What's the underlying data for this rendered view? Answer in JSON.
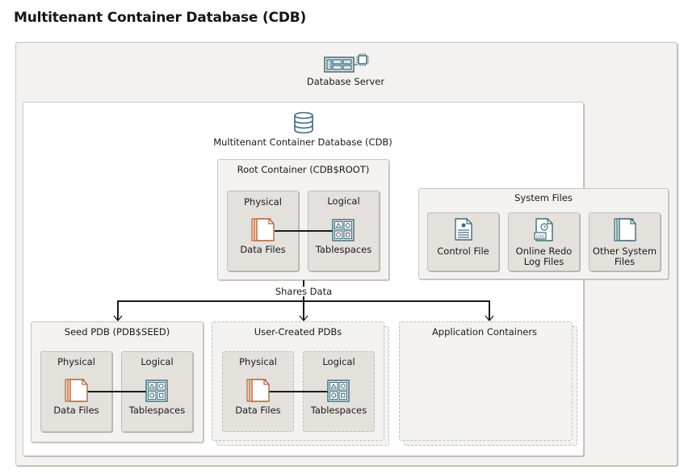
{
  "title": "Multitenant Container Database (CDB)",
  "server": {
    "label": "Database Server",
    "icon": "database-server-icon"
  },
  "cdb": {
    "label": "Multitenant Container Database (CDB)",
    "icon": "database-icon"
  },
  "root": {
    "label": "Root Container (CDB$ROOT)",
    "physical": {
      "label": "Physical",
      "item": "Data Files",
      "icon": "data-files-icon"
    },
    "logical": {
      "label": "Logical",
      "item": "Tablespaces",
      "icon": "tablespaces-icon"
    }
  },
  "system_files": {
    "label": "System Files",
    "items": [
      {
        "label": "Control File",
        "icon": "control-file-icon"
      },
      {
        "label": "Online Redo Log Files",
        "icon": "redo-log-icon"
      },
      {
        "label": "Other System Files",
        "icon": "other-files-icon"
      }
    ]
  },
  "connector": {
    "label": "Shares Data"
  },
  "seed": {
    "label": "Seed PDB (PDB$SEED)",
    "physical": {
      "label": "Physical",
      "item": "Data Files"
    },
    "logical": {
      "label": "Logical",
      "item": "Tablespaces"
    }
  },
  "user_pdbs": {
    "label": "User-Created PDBs",
    "physical": {
      "label": "Physical",
      "item": "Data Files"
    },
    "logical": {
      "label": "Logical",
      "item": "Tablespaces"
    }
  },
  "app_containers": {
    "label": "Application Containers"
  },
  "colors": {
    "icon_teal": "#3e6b78",
    "icon_orange": "#b8653b",
    "panel": "#f3f2f0",
    "inner": "#e4e1dc"
  }
}
